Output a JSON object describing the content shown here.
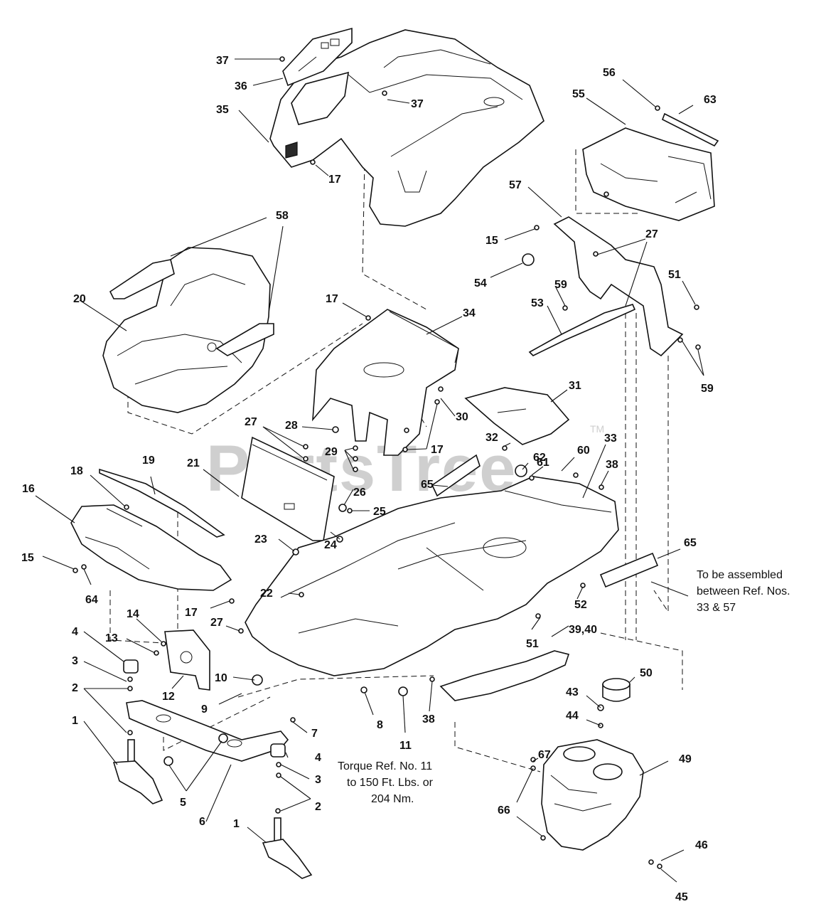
{
  "watermark": {
    "text": "PartsTree",
    "tm": "TM"
  },
  "callouts": {
    "p1a": "1",
    "p1b": "1",
    "p2a": "2",
    "p2b": "2",
    "p3a": "3",
    "p3b": "3",
    "p4a": "4",
    "p4b": "4",
    "p5": "5",
    "p6": "6",
    "p7": "7",
    "p8": "8",
    "p9": "9",
    "p10": "10",
    "p11": "11",
    "p12": "12",
    "p13": "13",
    "p14": "14",
    "p15a": "15",
    "p15b": "15",
    "p16": "16",
    "p17a": "17",
    "p17b": "17",
    "p17c": "17",
    "p17d": "17",
    "p18": "18",
    "p19": "19",
    "p20": "20",
    "p21": "21",
    "p22": "22",
    "p23": "23",
    "p24": "24",
    "p25": "25",
    "p26": "26",
    "p27a": "27",
    "p27b": "27",
    "p27c": "27",
    "p28": "28",
    "p29": "29",
    "p30": "30",
    "p31": "31",
    "p32": "32",
    "p33": "33",
    "p34": "34",
    "p35": "35",
    "p36": "36",
    "p37a": "37",
    "p37b": "37",
    "p38a": "38",
    "p38b": "38",
    "p3940": "39,40",
    "p43": "43",
    "p44": "44",
    "p45": "45",
    "p46": "46",
    "p49": "49",
    "p50": "50",
    "p51a": "51",
    "p51b": "51",
    "p52": "52",
    "p53": "53",
    "p54": "54",
    "p55": "55",
    "p56": "56",
    "p57": "57",
    "p58": "58",
    "p59a": "59",
    "p59b": "59",
    "p60": "60",
    "p61": "61",
    "p62": "62",
    "p63": "63",
    "p64": "64",
    "p65a": "65",
    "p65b": "65",
    "p66": "66",
    "p67": "67"
  },
  "notes": {
    "assemble": [
      "To be assembled",
      "between Ref. Nos.",
      "33 & 57"
    ],
    "torque": [
      "Torque Ref. No. 11",
      "to 150 Ft. Lbs. or",
      "204 Nm."
    ]
  }
}
